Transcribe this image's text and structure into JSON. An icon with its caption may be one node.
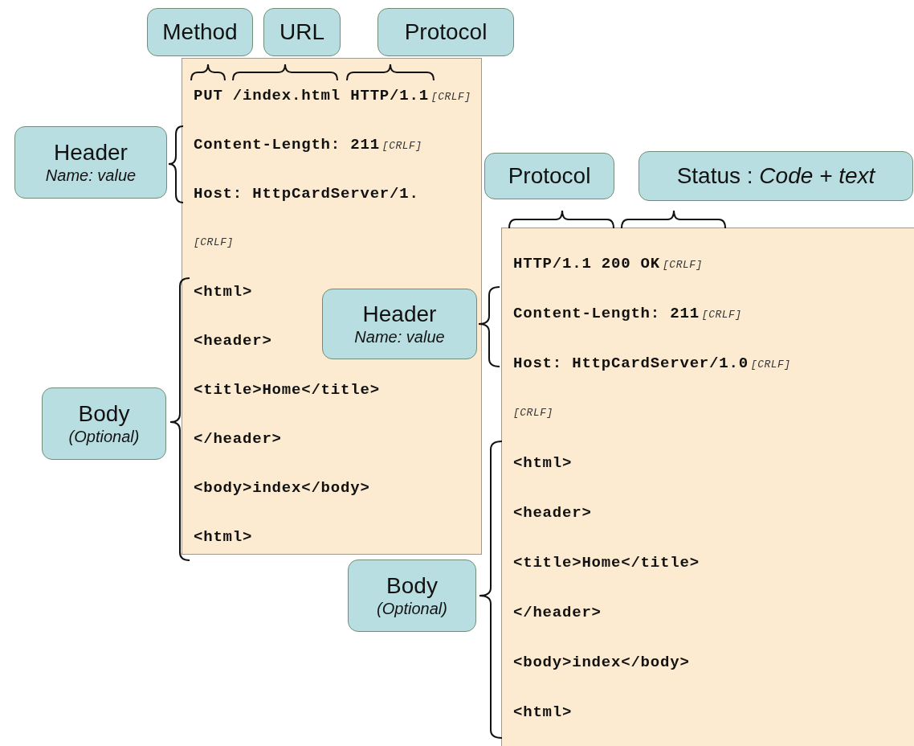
{
  "diagram": {
    "nodes": [
      {
        "text": [
          "Method"
        ]
      },
      {
        "text": [
          "URL"
        ]
      },
      {
        "text": [
          "Protocol"
        ]
      },
      {
        "text": [
          "PUT /index.html HTTP/1.1",
          "[CRLF]",
          "Content-Length: 211",
          "[CRLF]",
          "Host: HttpCardServer/1.",
          "[CRLF]",
          "<html>",
          "<header>",
          "<title>Home</title>",
          "</header>",
          "<body>index</body>",
          "<html>"
        ]
      },
      {
        "text": [
          "Header",
          "Name: value"
        ]
      },
      {
        "text": [
          "Protocol"
        ]
      },
      {
        "text": [
          "Status : *Code + text*"
        ]
      },
      {
        "text": [
          "HTTP/1.1 200 OK",
          "[CRLF]",
          "Content-Length: 211",
          "[CRLF]",
          "Host: HttpCardServer/1.0",
          "[CRLF]",
          "[CRLF]",
          "<html>",
          "<header>",
          "<title>Home</title>",
          "</header>",
          "<body>index</body>",
          "<html>"
        ]
      },
      {
        "text": [
          "Header",
          "Name: value"
        ],
        "in": 3
      },
      {
        "text": [
          "Body",
          "(Optional)"
        ]
      },
      {
        "text": [
          "Body",
          "(Optional)"
        ]
      }
    ]
  }
}
